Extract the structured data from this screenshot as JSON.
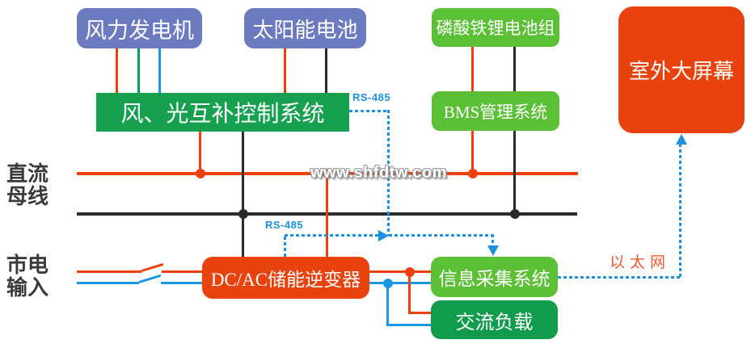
{
  "nodes": {
    "wind_generator": {
      "label": "风力发电机"
    },
    "solar_battery": {
      "label": "太阳能电池"
    },
    "lifepo4_battery_pack": {
      "label": "磷酸铁锂电池组"
    },
    "outdoor_screen": {
      "label": "室外大屏幕"
    },
    "hybrid_control_system": {
      "label": "风、光互补控制系统"
    },
    "bms_system": {
      "label": "BMS管理系统"
    },
    "inverter": {
      "label": "DC/AC储能逆变器"
    },
    "info_collection_system": {
      "label": "信息采集系统"
    },
    "ac_load": {
      "label": "交流负载"
    }
  },
  "labels": {
    "dc_bus_line1": "直流",
    "dc_bus_line2": "母线",
    "mains_line1": "市电",
    "mains_line2": "输入",
    "rs485_inverter": "RS-485",
    "rs485_controller": "RS-485",
    "ethernet": "以太网",
    "watermark": "www.shfdtw.com"
  },
  "colors": {
    "node_purple": "#6C7ABF",
    "node_bright_green": "#5BC035",
    "node_dark_green": "#16A050",
    "node_load_green": "#119B4D",
    "node_orange_red": "#E8420E",
    "line_red": "#EE3F0E",
    "line_black": "#2B2B2B",
    "line_green": "#00A05A",
    "line_blue": "#1E96E6",
    "dashed_blue": "#1E90E0",
    "side_label_dark": "#3A3A3A",
    "ethernet_label_orange": "#EE5A2E"
  }
}
